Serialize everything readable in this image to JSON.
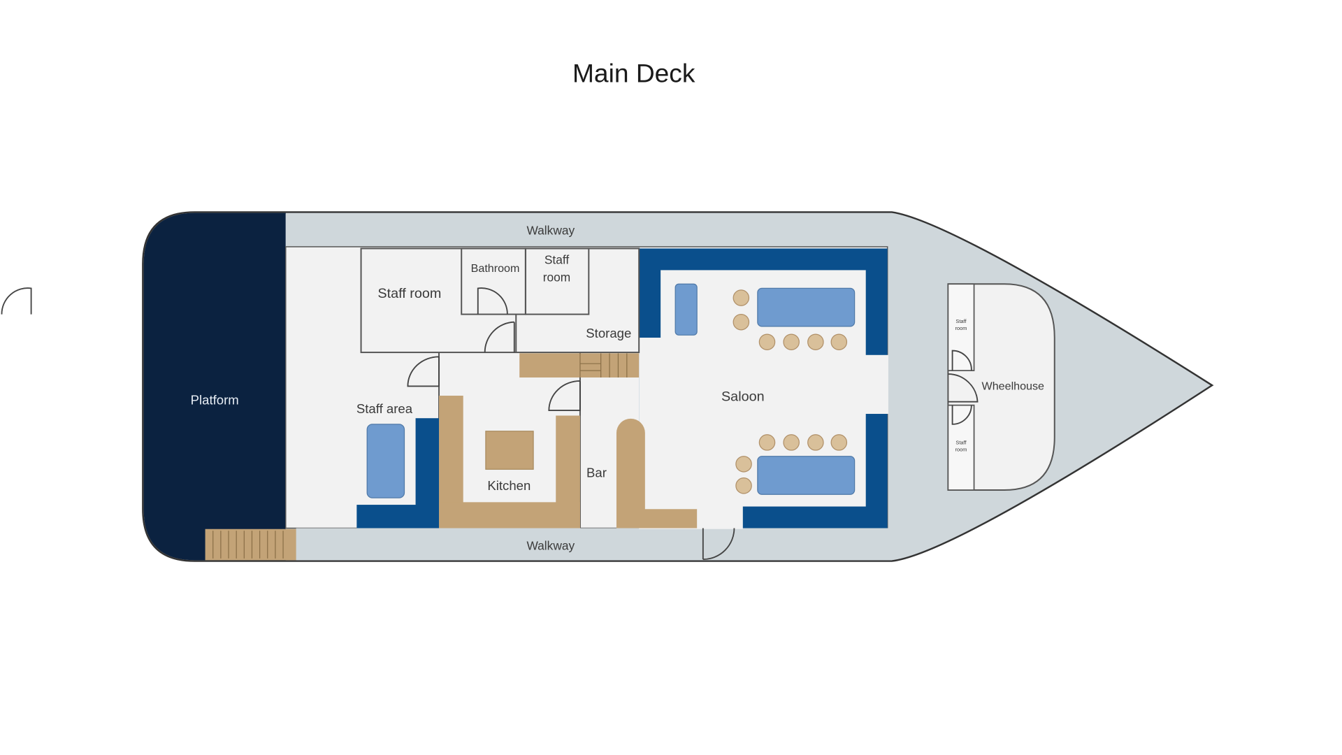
{
  "title": "Main Deck",
  "rooms": {
    "walkway_top": "Walkway",
    "walkway_bottom": "Walkway",
    "platform": "Platform",
    "staff_room_1": "Staff room",
    "bathroom": "Bathroom",
    "staff_room_2_line1": "Staff",
    "staff_room_2_line2": "room",
    "storage": "Storage",
    "staff_area": "Staff area",
    "kitchen": "Kitchen",
    "bar": "Bar",
    "saloon": "Saloon",
    "wheelhouse": "Wheelhouse",
    "wheelhouse_staff_top_1": "Staff",
    "wheelhouse_staff_top_2": "room",
    "wheelhouse_staff_bottom_1": "Staff",
    "wheelhouse_staff_bottom_2": "room"
  },
  "colors": {
    "hull": "#cfd7db",
    "interior": "#f2f2f2",
    "platform": "#0b2240",
    "wall_blue": "#0a4f8c",
    "furniture_blue": "#6f9bcf",
    "wood": "#c3a377"
  }
}
